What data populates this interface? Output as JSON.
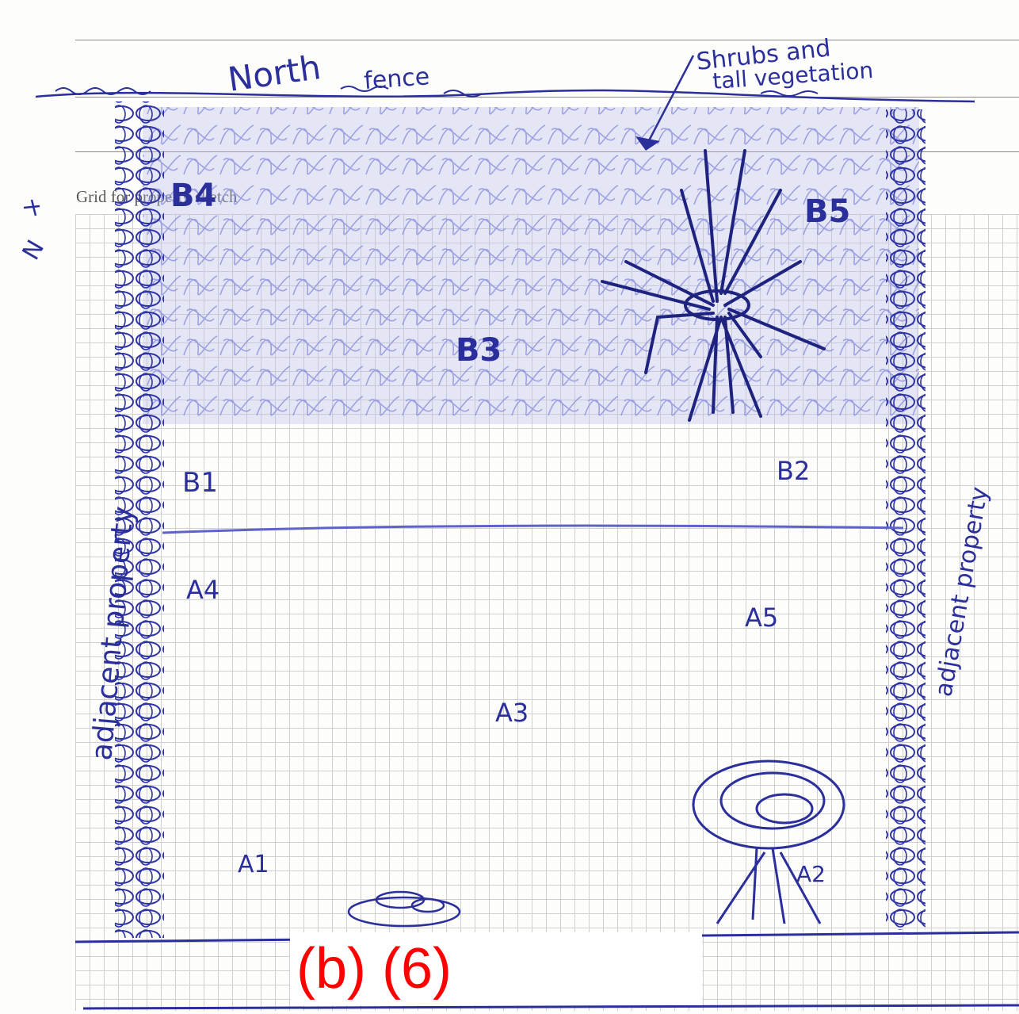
{
  "caption": "Grid for property sketch",
  "figure_label": "(b) (6)",
  "compass": {
    "north_label": "North",
    "side_mark": "N"
  },
  "fence_label": "fence",
  "vegetation_label_line1": "Shrubs and",
  "vegetation_label_line2": "tall vegetation",
  "adjacent_left": "adjacent property",
  "adjacent_right": "adjacent property",
  "zones": {
    "b1": "B1",
    "b2": "B2",
    "b3": "B3",
    "b4": "B4",
    "b5": "B5",
    "a1": "A1",
    "a2": "A2",
    "a3": "A3",
    "a4": "A4",
    "a5": "A5"
  },
  "colors": {
    "ink": "#2b2f9c",
    "shading": "#7b7fd6",
    "label": "#ff0000"
  }
}
